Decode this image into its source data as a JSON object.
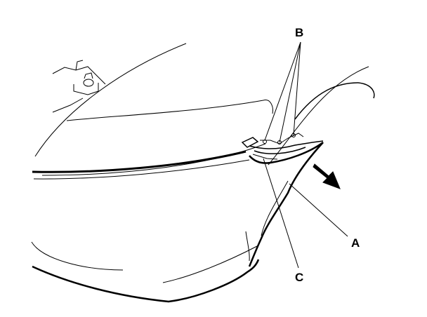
{
  "callouts": {
    "a": "A",
    "b": "B",
    "c": "C"
  },
  "colors": {
    "ink": "#000000",
    "background": "#ffffff"
  },
  "icons": {
    "direction_arrow": "removal-direction-arrow-icon"
  }
}
